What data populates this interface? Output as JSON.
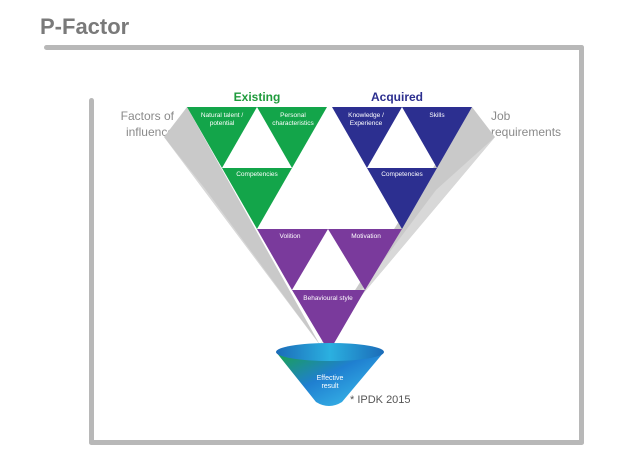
{
  "title": "P-Factor",
  "left_label": "Factors of influence",
  "right_label": "Job requirements",
  "groups": {
    "existing": "Existing",
    "acquired": "Acquired"
  },
  "segments": {
    "natural_talent": [
      "Natural talent /",
      "potential"
    ],
    "personal_characteristics": [
      "Personal",
      "characteristics"
    ],
    "competencies_existing": "Competencies",
    "knowledge_experience": [
      "Knowledge /",
      "Experience"
    ],
    "skills": "Skills",
    "competencies_acquired": "Competencies",
    "volition": "Volition",
    "motivation": "Motivation",
    "behavioural_style": "Behavioural style"
  },
  "result": [
    "Effective",
    "result"
  ],
  "credit": "* IPDK 2015",
  "colors": {
    "green": "#13a54a",
    "blue": "#2c2f90",
    "purple": "#7a3a9c",
    "grey_frame": "#b8b8b8",
    "grey_side": "#c9c9c9"
  }
}
